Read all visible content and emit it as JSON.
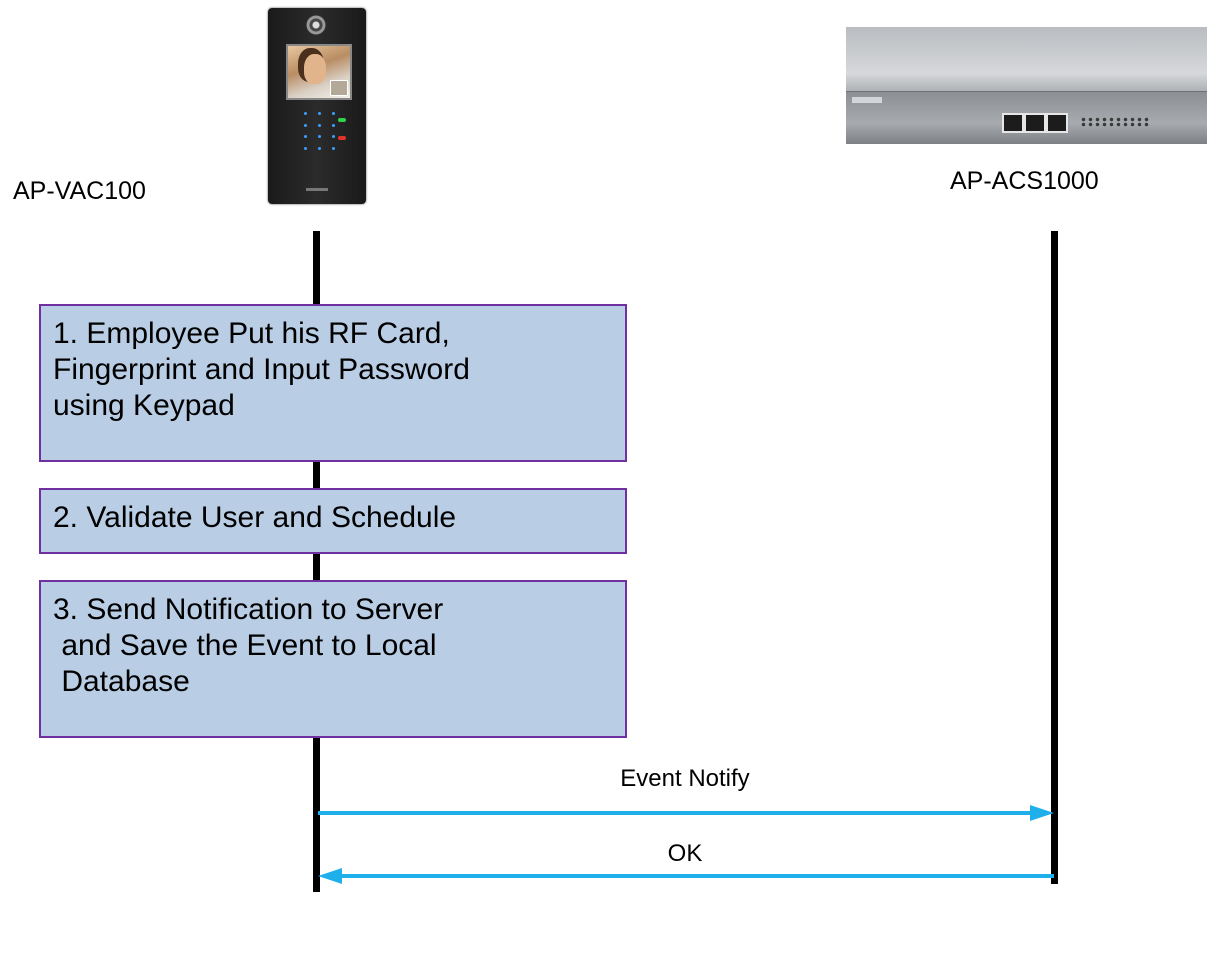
{
  "devices": {
    "left": {
      "name": "AP-VAC100",
      "icon": "video-door-intercom-icon"
    },
    "right": {
      "name": "AP-ACS1000",
      "icon": "door-access-control-server-icon"
    }
  },
  "steps": [
    {
      "lines": [
        "1. Employee Put his RF Card,",
        "Fingerprint and Input Password",
        "using Keypad"
      ]
    },
    {
      "lines": [
        "2. Validate User and Schedule"
      ]
    },
    {
      "lines": [
        "3. Send Notification to Server",
        " and Save the Event to Local",
        " Database"
      ]
    }
  ],
  "messages": [
    {
      "label": "Event Notify",
      "direction": "right"
    },
    {
      "label": "OK",
      "direction": "left"
    }
  ],
  "colors": {
    "step_fill": "#b9cde5",
    "step_border": "#7030a0",
    "arrow": "#1fb0ec",
    "lifeline": "#000000"
  }
}
